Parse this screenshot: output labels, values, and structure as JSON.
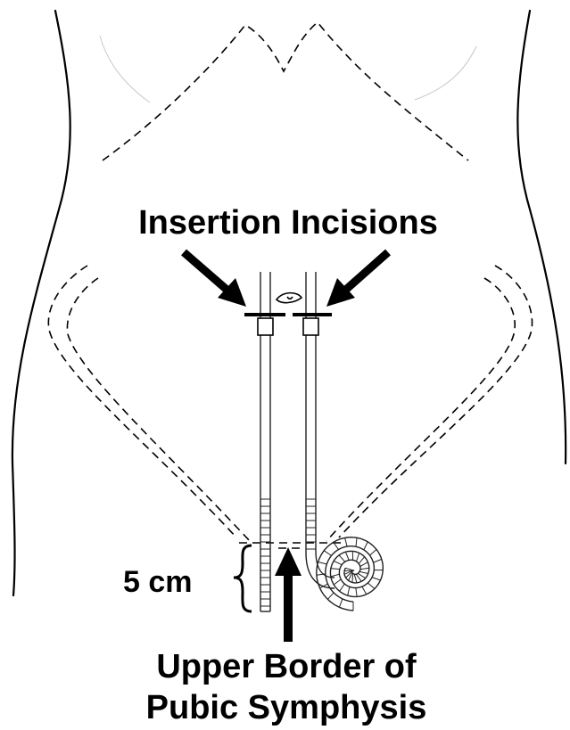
{
  "labels": {
    "insertion": "Insertion Incisions",
    "distance": "5 cm",
    "pubic_line1": "Upper Border of",
    "pubic_line2": "Pubic Symphysis"
  },
  "colors": {
    "ink": "#000000",
    "background": "#ffffff"
  }
}
